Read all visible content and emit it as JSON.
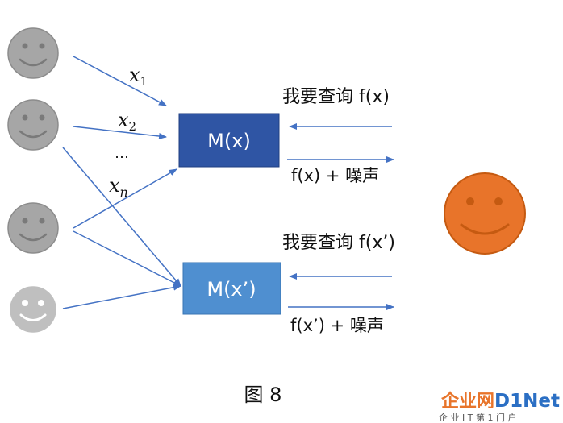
{
  "colors": {
    "arrow": "#4472c4",
    "box_dark": "#2f55a4",
    "box_light": "#4f8fd0",
    "face_gray": "#a6a6a6",
    "face_gray_stroke": "#8c8c8c",
    "face_orange": "#e8742a",
    "face_orange_stroke": "#c55a11",
    "text": "#111111"
  },
  "icons": {
    "sources": "smiley-face-icon",
    "querier": "smiley-face-icon"
  },
  "mechanisms": {
    "m1": "M(x)",
    "m2": "M(x’)"
  },
  "inputs": {
    "x1_base": "x",
    "x1_sub": "1",
    "x2_base": "x",
    "x2_sub": "2",
    "dots": "…",
    "xn_base": "x",
    "xn_sub": "n"
  },
  "queries": {
    "q1": "我要查询 f(x)",
    "r1": "f(x) + 噪声",
    "q2": "我要查询 f(x’)",
    "r2": "f(x’) + 噪声"
  },
  "caption": "图 8",
  "watermark": {
    "brand": "企业网",
    "brand2": "D1Net",
    "tagline": "企 业 I T 第 1 门 户"
  }
}
